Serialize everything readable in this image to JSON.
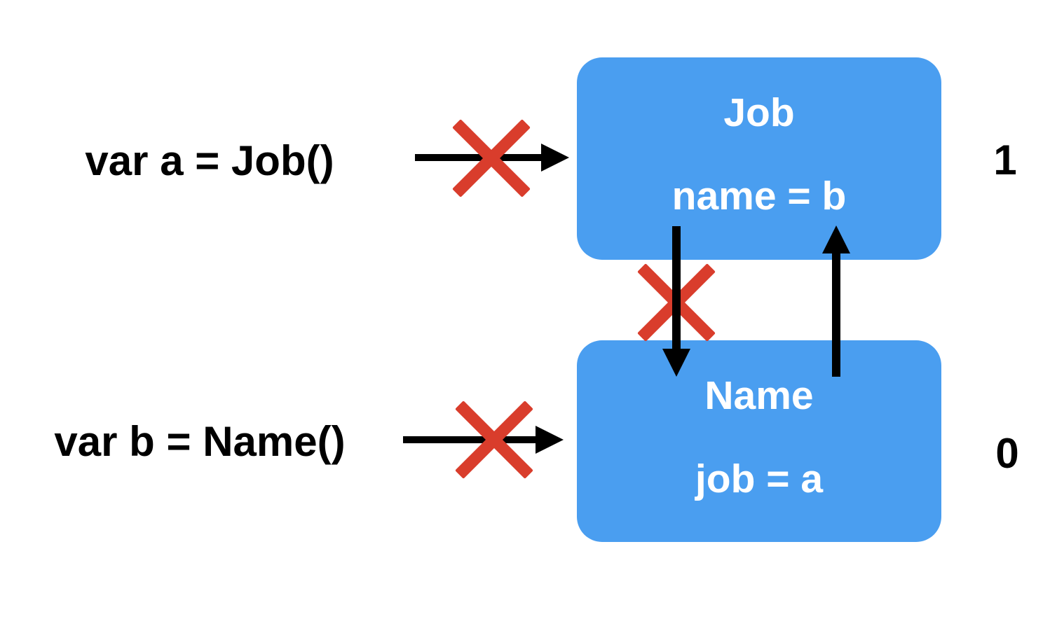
{
  "colors": {
    "background": "#FFFFFF",
    "box_blue": "#4A9EF0",
    "cross_red": "#D93D2C",
    "arrow_black": "#000000",
    "box_text_white": "#FFFFFF",
    "label_black": "#000000"
  },
  "statements": {
    "var_a": {
      "code": "var a = Job()",
      "ref_count": "1"
    },
    "var_b": {
      "code": "var b = Name()",
      "ref_count": "0"
    }
  },
  "objects": {
    "job": {
      "title": "Job",
      "property": "name = b"
    },
    "name": {
      "title": "Name",
      "property": "job = a"
    }
  },
  "icons": {
    "right_arrow": "→",
    "down_arrow": "↓",
    "up_arrow": "↑",
    "broken_cross": "✕"
  }
}
